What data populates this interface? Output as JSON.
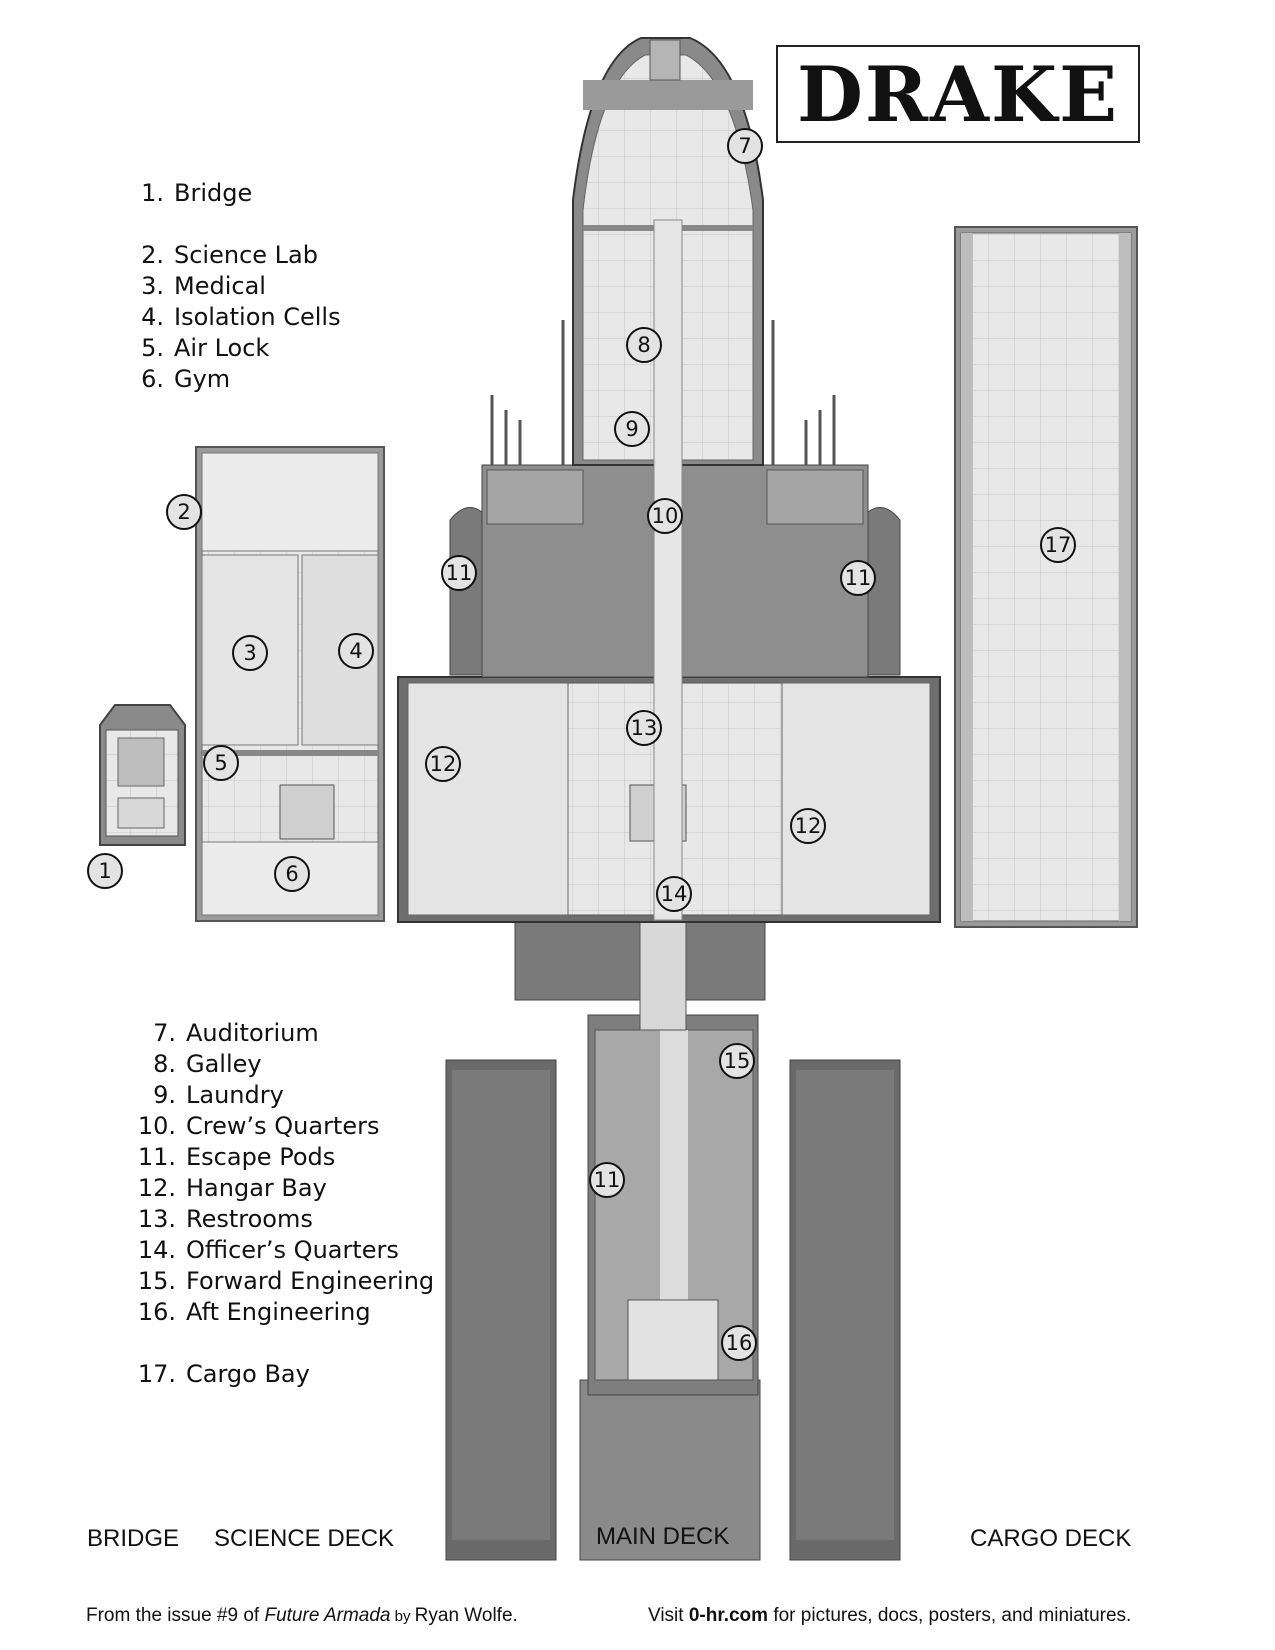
{
  "title": "DRAKE",
  "legend_top": [
    {
      "num": "1.",
      "label": "Bridge"
    },
    {
      "num": "2.",
      "label": "Science Lab"
    },
    {
      "num": "3.",
      "label": "Medical"
    },
    {
      "num": "4.",
      "label": "Isolation Cells"
    },
    {
      "num": "5.",
      "label": "Air Lock"
    },
    {
      "num": "6.",
      "label": "Gym"
    }
  ],
  "legend_bottom": [
    {
      "num": "7.",
      "label": "Auditorium"
    },
    {
      "num": "8.",
      "label": "Galley"
    },
    {
      "num": "9.",
      "label": "Laundry"
    },
    {
      "num": "10.",
      "label": "Crew’s Quarters"
    },
    {
      "num": "11.",
      "label": "Escape Pods"
    },
    {
      "num": "12.",
      "label": "Hangar Bay"
    },
    {
      "num": "13.",
      "label": "Restrooms"
    },
    {
      "num": "14.",
      "label": "Officer’s Quarters"
    },
    {
      "num": "15.",
      "label": "Forward Engineering"
    },
    {
      "num": "16.",
      "label": "Aft Engineering"
    },
    {
      "num": "17.",
      "label": "Cargo Bay"
    }
  ],
  "deck_labels": {
    "bridge": "BRIDGE",
    "science": "SCIENCE DECK",
    "main": "MAIN DECK",
    "cargo": "CARGO DECK"
  },
  "footer": {
    "prefix": "From the issue #9 of ",
    "publication": "Future Armada",
    "by": " by ",
    "author": "Ryan Wolfe.",
    "visit": "Visit ",
    "site": "0-hr.com",
    "suffix": " for pictures, docs, posters, and miniatures."
  },
  "markers": [
    "1",
    "2",
    "3",
    "4",
    "5",
    "6",
    "7",
    "8",
    "9",
    "10",
    "11",
    "11",
    "11",
    "12",
    "12",
    "13",
    "14",
    "15",
    "16",
    "17"
  ],
  "colors": {
    "hull_dark": "#6a6a6a",
    "hull_mid": "#9a9a9a",
    "floor": "#e6e6e6",
    "grid": "#c8c8c8",
    "marker_fill": "#e3e3e3"
  }
}
